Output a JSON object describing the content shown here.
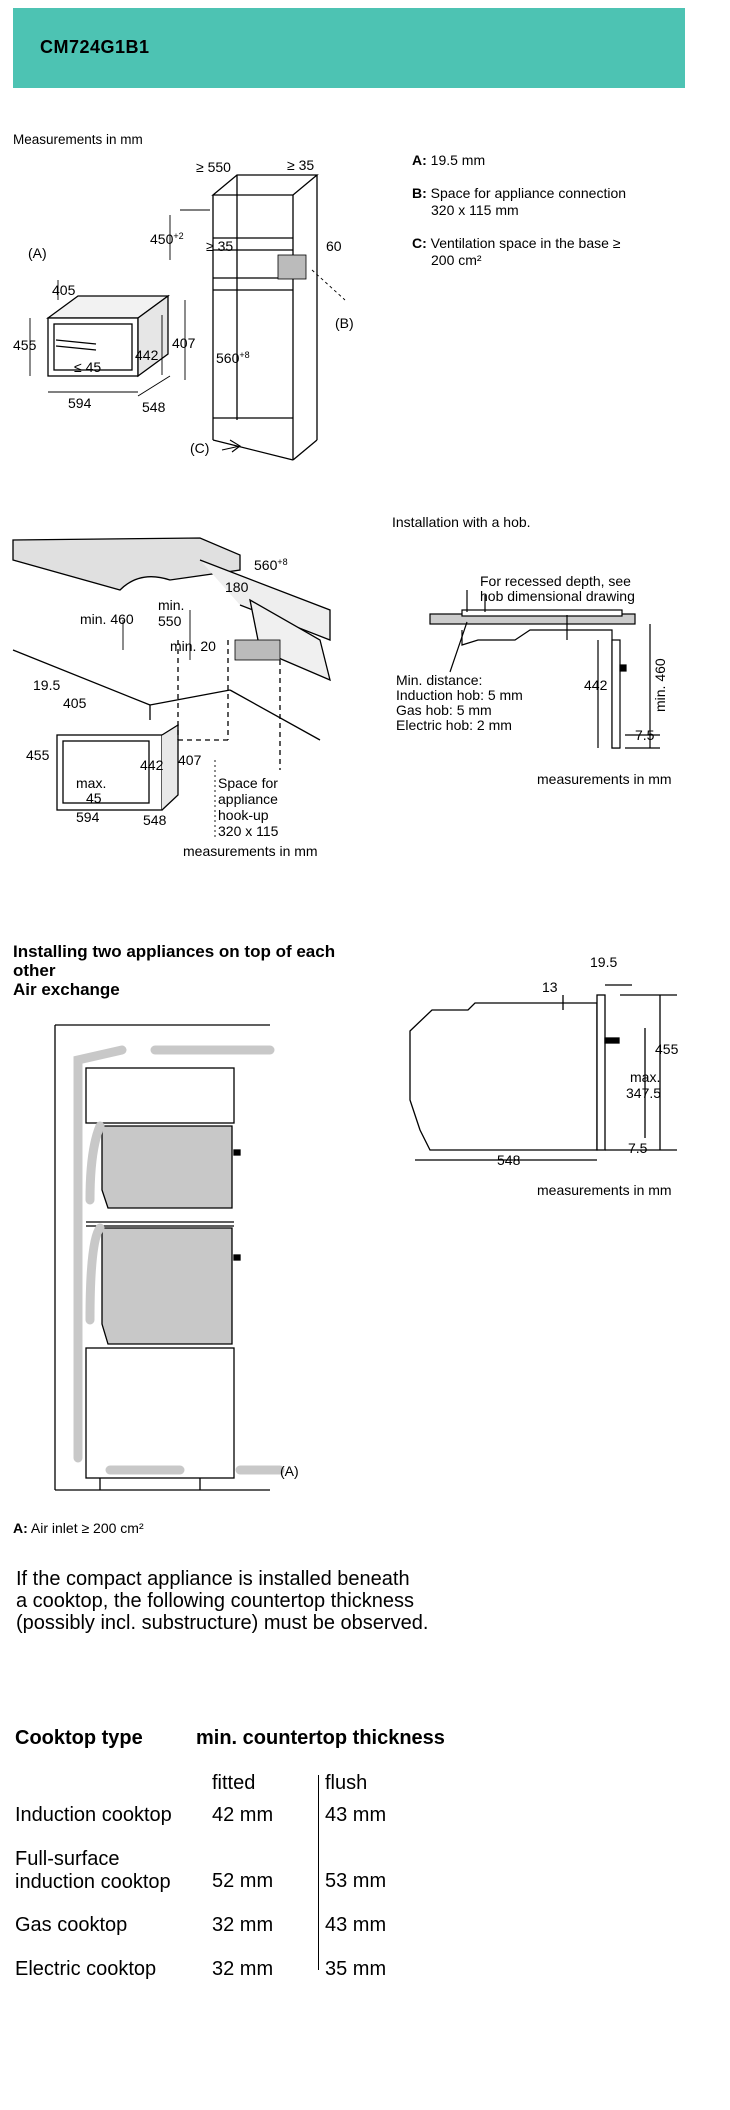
{
  "header": {
    "title": "CM724G1B1",
    "color": "#4dc3b3"
  },
  "section1": {
    "measure_note": "Measurements in mm",
    "legend": [
      {
        "key": "A:",
        "text": "19.5 mm"
      },
      {
        "key": "B:",
        "text": "Space for appliance connection",
        "text2": "320 x 115 mm"
      },
      {
        "key": "C:",
        "text": "Ventilation space in the base ≥",
        "text2": "200 cm²"
      }
    ],
    "dims": {
      "ge550": "≥ 550",
      "ge35a": "≥ 35",
      "d450": "450",
      "d450sup": "+2",
      "ge35b": "≥ 35",
      "d60": "60",
      "labelA": "(A)",
      "labelB": "(B)",
      "labelC": "(C)",
      "d405": "405",
      "d455": "455",
      "d407": "407",
      "d442": "442",
      "le45": "≤ 45",
      "d560": "560",
      "d560sup": "+8",
      "d594": "594",
      "d548": "548"
    }
  },
  "section2": {
    "hob_note": "Installation with a hob.",
    "recess_note1": "For recessed depth, see",
    "recess_note2": "hob dimensional drawing",
    "min_distance": "Min. distance:",
    "induction": "Induction hob: 5 mm",
    "gas": "Gas hob: 5 mm",
    "electric": "Electric hob: 2 mm",
    "d442": "442",
    "min460": "min. 460",
    "d75": "7.5",
    "measure_right": "measurements in mm",
    "left": {
      "d560": "560",
      "d560sup": "+8",
      "d180": "180",
      "min460": "min. 460",
      "min550a": "min.",
      "min550b": "550",
      "min20": "min. 20",
      "d195": "19.5",
      "d405": "405",
      "d455": "455",
      "d442": "442",
      "d407": "407",
      "max45a": "max.",
      "max45b": "45",
      "d594": "594",
      "d548": "548",
      "space1": "Space for",
      "space2": "appliance",
      "space3": "hook-up",
      "space4": "320 x 115",
      "measure_left": "measurements in mm"
    }
  },
  "section3": {
    "title1": "Installing two appliances on top of each",
    "title2": "other",
    "title3": "Air exchange",
    "labelA": "(A)",
    "air_key": "A:",
    "air_text": "Air inlet ≥ 200 cm²",
    "side": {
      "d195": "19.5",
      "d13": "13",
      "d455": "455",
      "max": "max.",
      "d3475": "347.5",
      "d75": "7.5",
      "d548": "548",
      "measure": "measurements in mm"
    }
  },
  "paragraph": {
    "line1": "If the compact appliance is installed beneath",
    "line2": "a cooktop, the following countertop thickness",
    "line3": "(possibly incl. substructure) must be observed."
  },
  "table": {
    "col1_header": "Cooktop type",
    "col2_header": "min. countertop thickness",
    "sub_fitted": "fitted",
    "sub_flush": "flush",
    "rows": [
      {
        "type": "Induction cooktop",
        "type2": "",
        "fitted": "42 mm",
        "flush": "43 mm"
      },
      {
        "type": "Full-surface",
        "type2": "induction cooktop",
        "fitted": "52 mm",
        "flush": "53 mm"
      },
      {
        "type": "Gas cooktop",
        "type2": "",
        "fitted": "32 mm",
        "flush": "43 mm"
      },
      {
        "type": "Electric cooktop",
        "type2": "",
        "fitted": "32 mm",
        "flush": "35 mm"
      }
    ]
  }
}
